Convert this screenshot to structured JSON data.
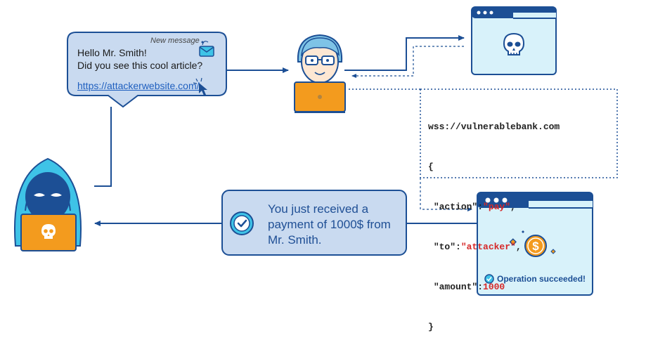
{
  "colors": {
    "outline": "#1c4f95",
    "bubble_fill": "#c9daf0",
    "light_blue": "#d8f2fa",
    "skin": "#fde7d3",
    "hair": "#7ec3e6",
    "orange": "#f39b1e",
    "teal": "#3ec3e7",
    "red_text": "#d62828"
  },
  "message": {
    "header": "New message",
    "line1": "Hello Mr. Smith!",
    "line2": "Did you see this cool article?",
    "link": "https://attackerwebsite.com/"
  },
  "icons": {
    "mail": "mail-icon",
    "cursor": "cursor-icon",
    "skull": "skull-icon",
    "check": "check-icon",
    "coin": "dollar-coin-icon"
  },
  "request": {
    "line1": "wss://vulnerablebank.com",
    "line2": "{",
    "action_key": "\"action\":",
    "action_val": "\"pay\"",
    "to_key": "\"to\":",
    "to_val": "\"attacker\"",
    "amount_key": "\"amount\":",
    "amount_val": "1000",
    "close": "}"
  },
  "notification": {
    "line1": "You just received a",
    "line2": "payment of 1000$ from",
    "line3": "Mr. Smith."
  },
  "bank_window": {
    "status": "Operation succeeded!"
  }
}
